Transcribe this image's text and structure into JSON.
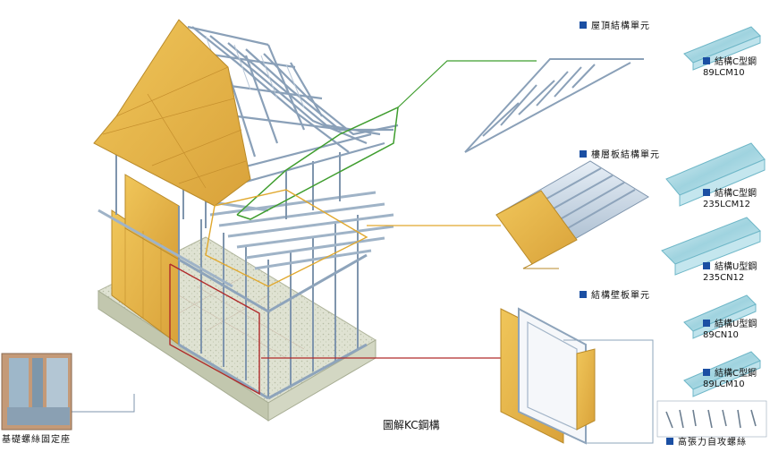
{
  "diagram_title": "圖解KC鋼構",
  "units": [
    {
      "id": "roof",
      "label": "屋頂結構單元",
      "color": "#3f9d2e"
    },
    {
      "id": "floor",
      "label": "樓層板結構單元",
      "color": "#e0a82e"
    },
    {
      "id": "wall",
      "label": "結構壁板單元",
      "color": "#b02a2a"
    }
  ],
  "profiles": [
    {
      "name": "結構C型鋼",
      "model": "89LCM10"
    },
    {
      "name": "結構C型鋼",
      "model": "235LCM12"
    },
    {
      "name": "結構U型鋼",
      "model": "235CN12"
    },
    {
      "name": "結構U型鋼",
      "model": "89CN10"
    },
    {
      "name": "結構C型鋼",
      "model": "89LCM10"
    }
  ],
  "foundation_label": "基礎螺絲固定座",
  "screw_label": "高張力自攻螺絲",
  "colors": {
    "steel": "#c8d6e4",
    "steel_edge": "#7f95ad",
    "wood": "#e6b84a",
    "wood_dark": "#c8962c",
    "concrete": "#d9ddc9",
    "accent": "#1b4fa3"
  }
}
